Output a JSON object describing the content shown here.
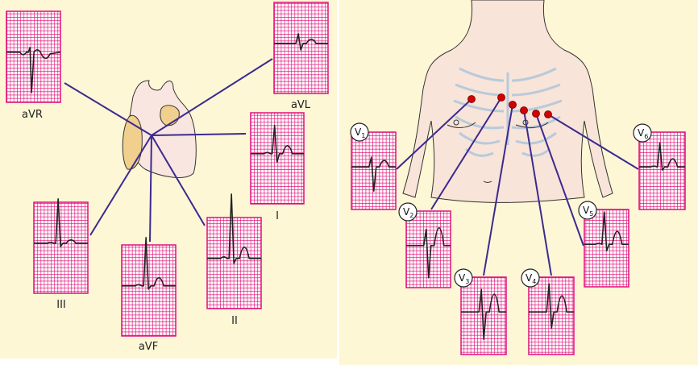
{
  "limb_leads": {
    "aVR": "aVR",
    "aVL": "aVL",
    "I": "I",
    "II": "II",
    "III": "III",
    "aVF": "aVF"
  },
  "chest_leads": [
    {
      "letter": "V",
      "sub": "1"
    },
    {
      "letter": "V",
      "sub": "2"
    },
    {
      "letter": "V",
      "sub": "3"
    },
    {
      "letter": "V",
      "sub": "4"
    },
    {
      "letter": "V",
      "sub": "5"
    },
    {
      "letter": "V",
      "sub": "6"
    }
  ],
  "colors": {
    "background": "#fdf7d6",
    "grid": "#e0107a",
    "lead_wire": "#3b2a8f",
    "electrode": "#d40000",
    "skin": "#f8e4d8"
  }
}
